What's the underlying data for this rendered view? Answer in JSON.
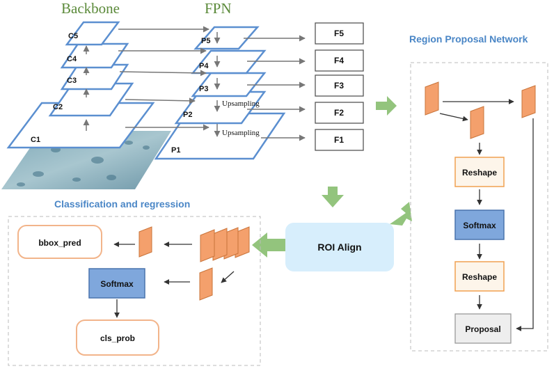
{
  "titles": {
    "backbone": "Backbone",
    "fpn": "FPN",
    "rpn": "Region Proposal Network",
    "cls_reg": "Classification and regression"
  },
  "backbone_layers": [
    "C5",
    "C4",
    "C3",
    "C2",
    "C1"
  ],
  "fpn_layers": [
    "P5",
    "P4",
    "P3",
    "P2",
    "P1"
  ],
  "outputs": [
    "F5",
    "F4",
    "F3",
    "F2",
    "F1"
  ],
  "upsampling_labels": [
    "Upsampling",
    "Upsampling"
  ],
  "rpn": {
    "reshape_1": "Reshape",
    "softmax": "Softmax",
    "reshape_2": "Reshape",
    "proposal": "Proposal"
  },
  "roi_align": "ROI  Align",
  "head": {
    "bbox_pred": "bbox_pred",
    "softmax": "Softmax",
    "cls_prob": "cls_prob"
  },
  "colors": {
    "title_green": "#5b8a3a",
    "title_blue": "#4a86c6",
    "layer_stroke": "#5b8fd0",
    "feature_fill": "#f4a06c",
    "feature_stroke": "#c9743a",
    "reshape_stroke": "#f0a050",
    "softmax_fill": "#7fa7dc",
    "roi_fill": "#d7eefc",
    "green_arrow": "#93c47d",
    "rounded_stroke": "#f2b48a"
  }
}
